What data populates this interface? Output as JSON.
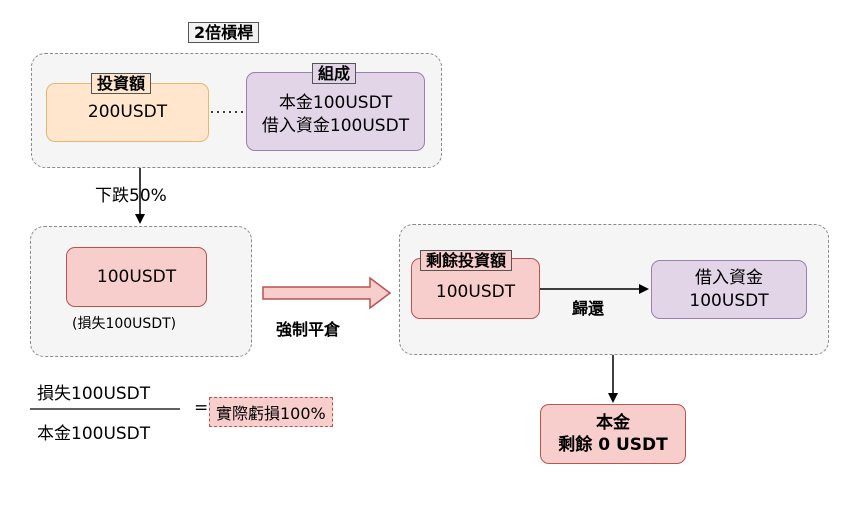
{
  "title": "2倍槓桿",
  "top_group": {
    "investment": {
      "tag": "投資額",
      "value": "200USDT"
    },
    "composition": {
      "tag": "組成",
      "line1": "本金100USDT",
      "line2": "借入資金100USDT"
    }
  },
  "drop_label": "下跌50%",
  "mid_group": {
    "value": "100USDT",
    "loss_note": "(損失100USDT)"
  },
  "liquidation_label": "強制平倉",
  "right_group": {
    "remaining": {
      "tag": "剩餘投資額",
      "value": "100USDT"
    },
    "repay_label": "歸還",
    "borrowed": {
      "line1": "借入資金",
      "line2": "100USDT"
    }
  },
  "principal_box": {
    "line1": "本金",
    "line2": "剩餘 0 USDT"
  },
  "formula": {
    "numerator": "損失100USDT",
    "denominator": "本金100USDT",
    "equals": "=",
    "result": "實際虧損100%"
  },
  "colors": {
    "orange_fill": "#ffe6cc",
    "purple_fill": "#e1d5e7",
    "red_fill": "#f8cecc",
    "group_fill": "#f5f5f5",
    "group_border": "#8a8a8a"
  }
}
